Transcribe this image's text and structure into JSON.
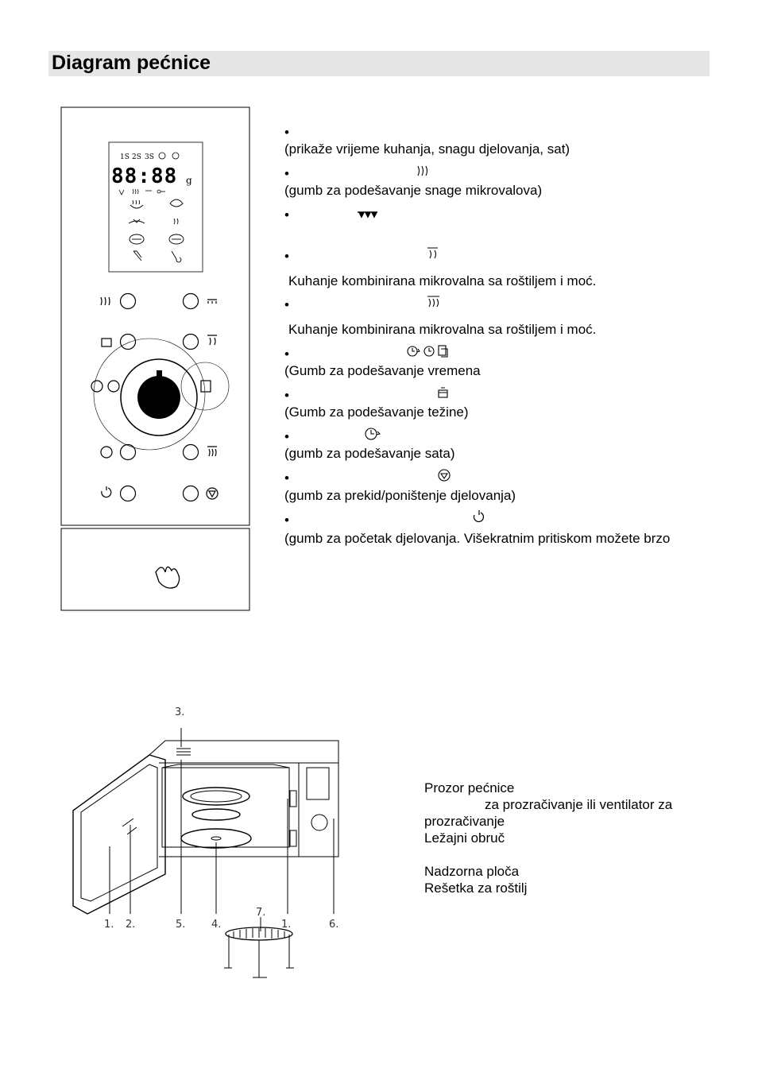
{
  "heading": {
    "title": "Diagram pećnice"
  },
  "panel": {
    "display_digits": "88:88",
    "display_unit": "g",
    "display_stage_labels": [
      "1S",
      "2S",
      "3S"
    ]
  },
  "descriptions": [
    {
      "text": "(prikaže vrijeme kuhanja, snagu djelovanja, sat)",
      "icon": ""
    },
    {
      "text": "(gumb za podešavanje snage mikrovalova)",
      "icon": "microwave-power-icon"
    },
    {
      "text": "",
      "icon": "grill-icon"
    },
    {
      "text": "Kuhanje kombinirana mikrovalna sa roštiljem i moć.",
      "icon": "combi-1-icon"
    },
    {
      "text": "Kuhanje kombinirana mikrovalna sa roštiljem i moć.",
      "icon": "combi-2-icon"
    },
    {
      "text": "(Gumb za podešavanje vremena",
      "icon": "time-dial-icons"
    },
    {
      "text": "(Gumb za podešavanje težine)",
      "icon": "weight-icon"
    },
    {
      "text": "(gumb za podešavanje sata)",
      "icon": "clock-icon"
    },
    {
      "text": "(gumb za prekid/poništenje djelovanja)",
      "icon": "stop-icon"
    },
    {
      "text": "(gumb za početak djelovanja. Višekratnim pritiskom možete brzo",
      "icon": "start-icon"
    }
  ],
  "figure": {
    "callouts": [
      "1.",
      "2.",
      "3.",
      "4.",
      "5.",
      "6.",
      "7.",
      "1."
    ]
  },
  "legend": {
    "line1": "Prozor pećnice",
    "line2": "za prozračivanje ili ventilator za",
    "line3": "prozračivanje",
    "line4": "Ležajni obruč",
    "line5": "Nadzorna ploča",
    "line6": "Rešetka za roštilj"
  }
}
